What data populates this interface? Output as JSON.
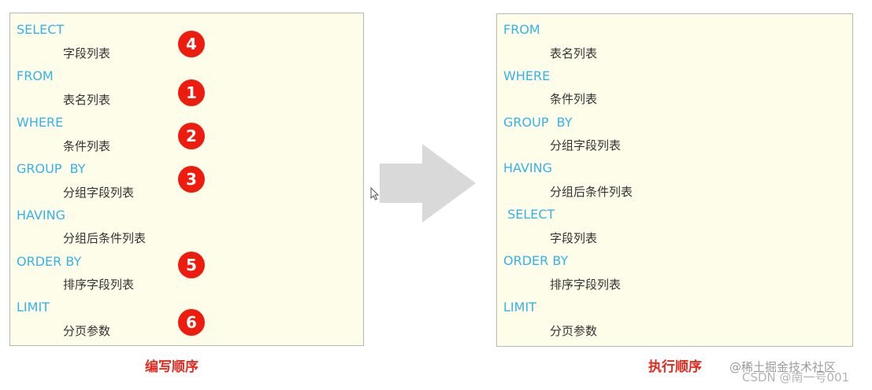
{
  "left": {
    "caption": "编写顺序",
    "rows": [
      {
        "keyword": "SELECT",
        "column": "字段列表",
        "badge": "4"
      },
      {
        "keyword": "FROM",
        "column": "表名列表",
        "badge": "1"
      },
      {
        "keyword": "WHERE",
        "column": "条件列表",
        "badge": "2"
      },
      {
        "keyword": "GROUP  BY",
        "column": "分组字段列表",
        "badge": "3"
      },
      {
        "keyword": "HAVING",
        "column": "分组后条件列表",
        "badge": ""
      },
      {
        "keyword": "ORDER BY",
        "column": "排序字段列表",
        "badge": "5"
      },
      {
        "keyword": "LIMIT",
        "column": "分页参数",
        "badge": "6"
      }
    ]
  },
  "right": {
    "caption": "执行顺序",
    "rows": [
      {
        "keyword": "FROM",
        "column": "表名列表"
      },
      {
        "keyword": "WHERE",
        "column": "条件列表"
      },
      {
        "keyword": "GROUP  BY",
        "column": "分组字段列表"
      },
      {
        "keyword": "HAVING",
        "column": "分组后条件列表"
      },
      {
        "keyword": " SELECT",
        "column": "字段列表"
      },
      {
        "keyword": "ORDER BY",
        "column": "排序字段列表"
      },
      {
        "keyword": "LIMIT",
        "column": "分页参数"
      }
    ]
  },
  "watermark": {
    "line1": "@稀土掘金技术社区",
    "line2": "CSDN @南一号001"
  },
  "colors": {
    "keyword": "#35b3e8",
    "badge": "#ee1c0e",
    "caption": "#e8281c",
    "panel_bg": "#fefde9",
    "arrow": "#d9d9d9"
  }
}
